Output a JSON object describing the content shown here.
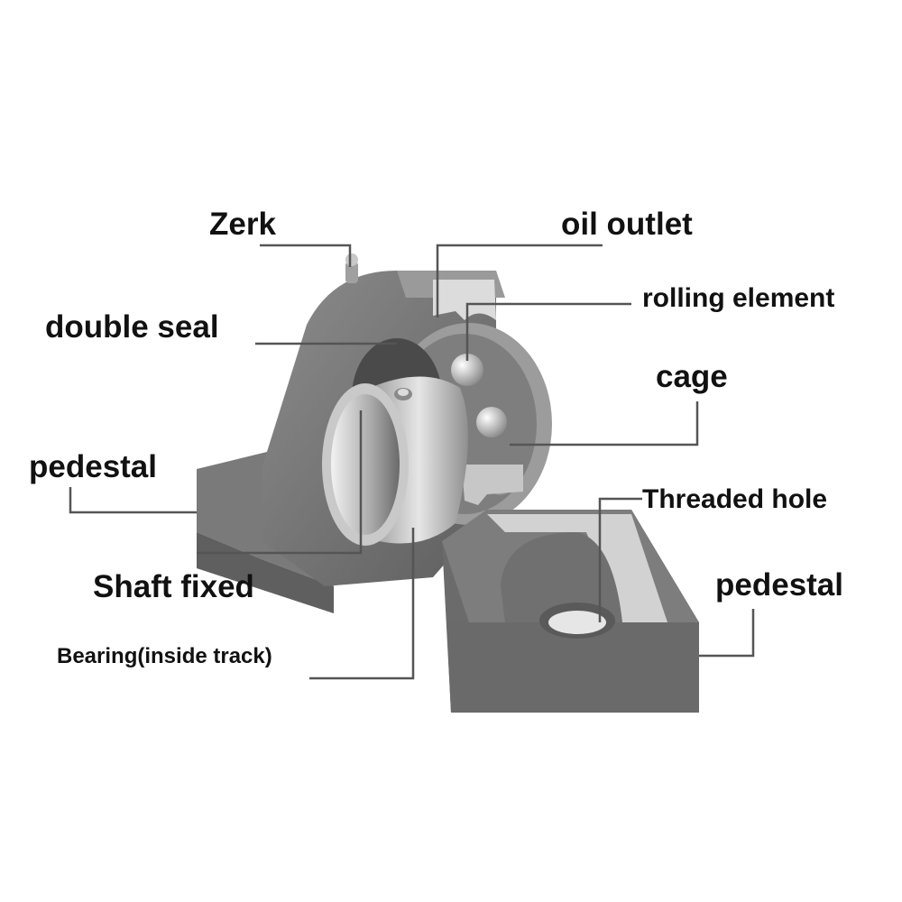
{
  "title": "Pillow block bearing components",
  "labels": {
    "zerk": "Zerk",
    "oil_outlet": "oil outlet",
    "rolling_element": "rolling element",
    "double_seal": "double seal",
    "cage": "cage",
    "pedestal_left": "pedestal",
    "threaded_hole": "Threaded hole",
    "shaft_fixed": "Shaft fixed",
    "pedestal_right": "pedestal",
    "bearing_inside_track": "Bearing(inside track)"
  },
  "colors": {
    "housing": "#6f6f6f",
    "housing_light": "#8a8a8a",
    "cut_face": "#d9d9d9",
    "steel": "#b8b8b8",
    "leader": "#555555",
    "text": "#111111"
  }
}
